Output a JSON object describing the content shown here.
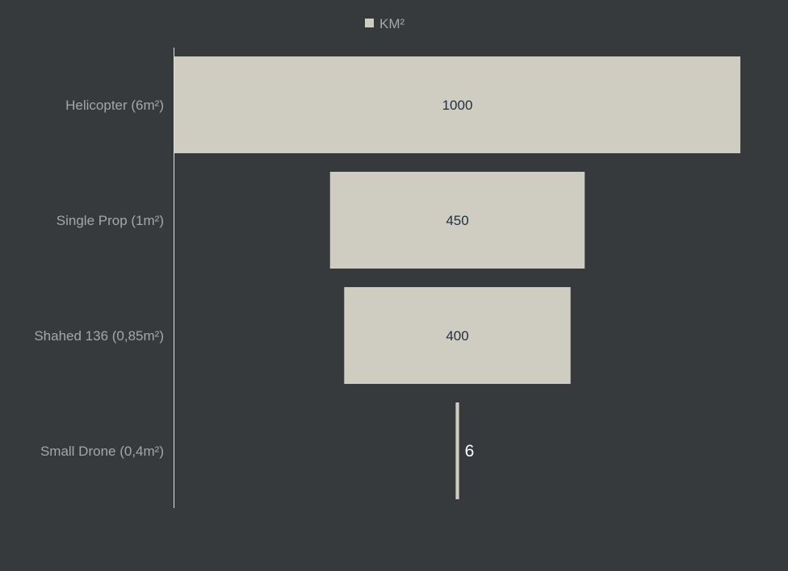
{
  "chart_data": {
    "type": "funnel",
    "categories": [
      "Helicopter (6m²)",
      "Single Prop (1m²)",
      "Shahed 136 (0,85m²)",
      "Small Drone (0,4m²)"
    ],
    "series": [
      {
        "name": "KM²",
        "values": [
          1000,
          450,
          400,
          6
        ]
      }
    ],
    "value_labels": [
      "1000",
      "450",
      "400",
      "6"
    ],
    "legend": {
      "label": "KM²",
      "position": "top"
    },
    "bar_color": "#cfcdc1",
    "background": "#363a3c",
    "grid": false
  }
}
